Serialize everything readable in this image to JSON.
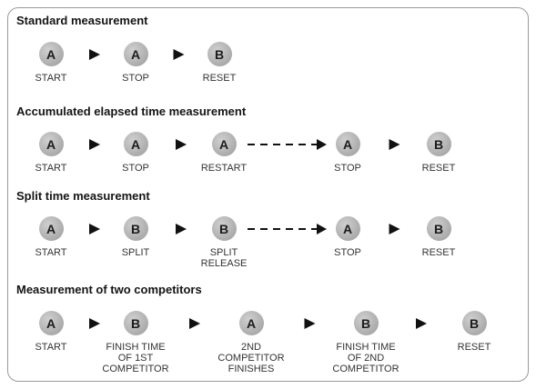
{
  "sections": [
    {
      "title": "Standard measurement",
      "steps": [
        {
          "letter": "A",
          "label": [
            "START"
          ]
        },
        {
          "letter": "A",
          "label": [
            "STOP"
          ]
        },
        {
          "letter": "B",
          "label": [
            "RESET"
          ]
        }
      ],
      "arrows": [
        "solid",
        "solid"
      ]
    },
    {
      "title": "Accumulated elapsed time measurement",
      "steps": [
        {
          "letter": "A",
          "label": [
            "START"
          ]
        },
        {
          "letter": "A",
          "label": [
            "STOP"
          ]
        },
        {
          "letter": "A",
          "label": [
            "RESTART"
          ]
        },
        {
          "letter": "A",
          "label": [
            "STOP"
          ]
        },
        {
          "letter": "B",
          "label": [
            "RESET"
          ]
        }
      ],
      "arrows": [
        "solid",
        "solid",
        "dashed",
        "solid"
      ]
    },
    {
      "title": "Split time measurement",
      "steps": [
        {
          "letter": "A",
          "label": [
            "START"
          ]
        },
        {
          "letter": "B",
          "label": [
            "SPLIT"
          ]
        },
        {
          "letter": "B",
          "label": [
            "SPLIT",
            "RELEASE"
          ]
        },
        {
          "letter": "A",
          "label": [
            "STOP"
          ]
        },
        {
          "letter": "B",
          "label": [
            "RESET"
          ]
        }
      ],
      "arrows": [
        "solid",
        "solid",
        "dashed",
        "solid"
      ]
    },
    {
      "title": "Measurement of two competitors",
      "steps": [
        {
          "letter": "A",
          "label": [
            "START"
          ]
        },
        {
          "letter": "B",
          "label": [
            "FINISH TIME",
            "OF 1ST",
            "COMPETITOR"
          ]
        },
        {
          "letter": "A",
          "label": [
            "2ND",
            "COMPETITOR",
            "FINISHES"
          ]
        },
        {
          "letter": "B",
          "label": [
            "FINISH TIME",
            "OF 2ND",
            "COMPETITOR"
          ]
        },
        {
          "letter": "B",
          "label": [
            "RESET"
          ]
        }
      ],
      "arrows": [
        "solid",
        "solid",
        "solid",
        "solid"
      ]
    }
  ]
}
